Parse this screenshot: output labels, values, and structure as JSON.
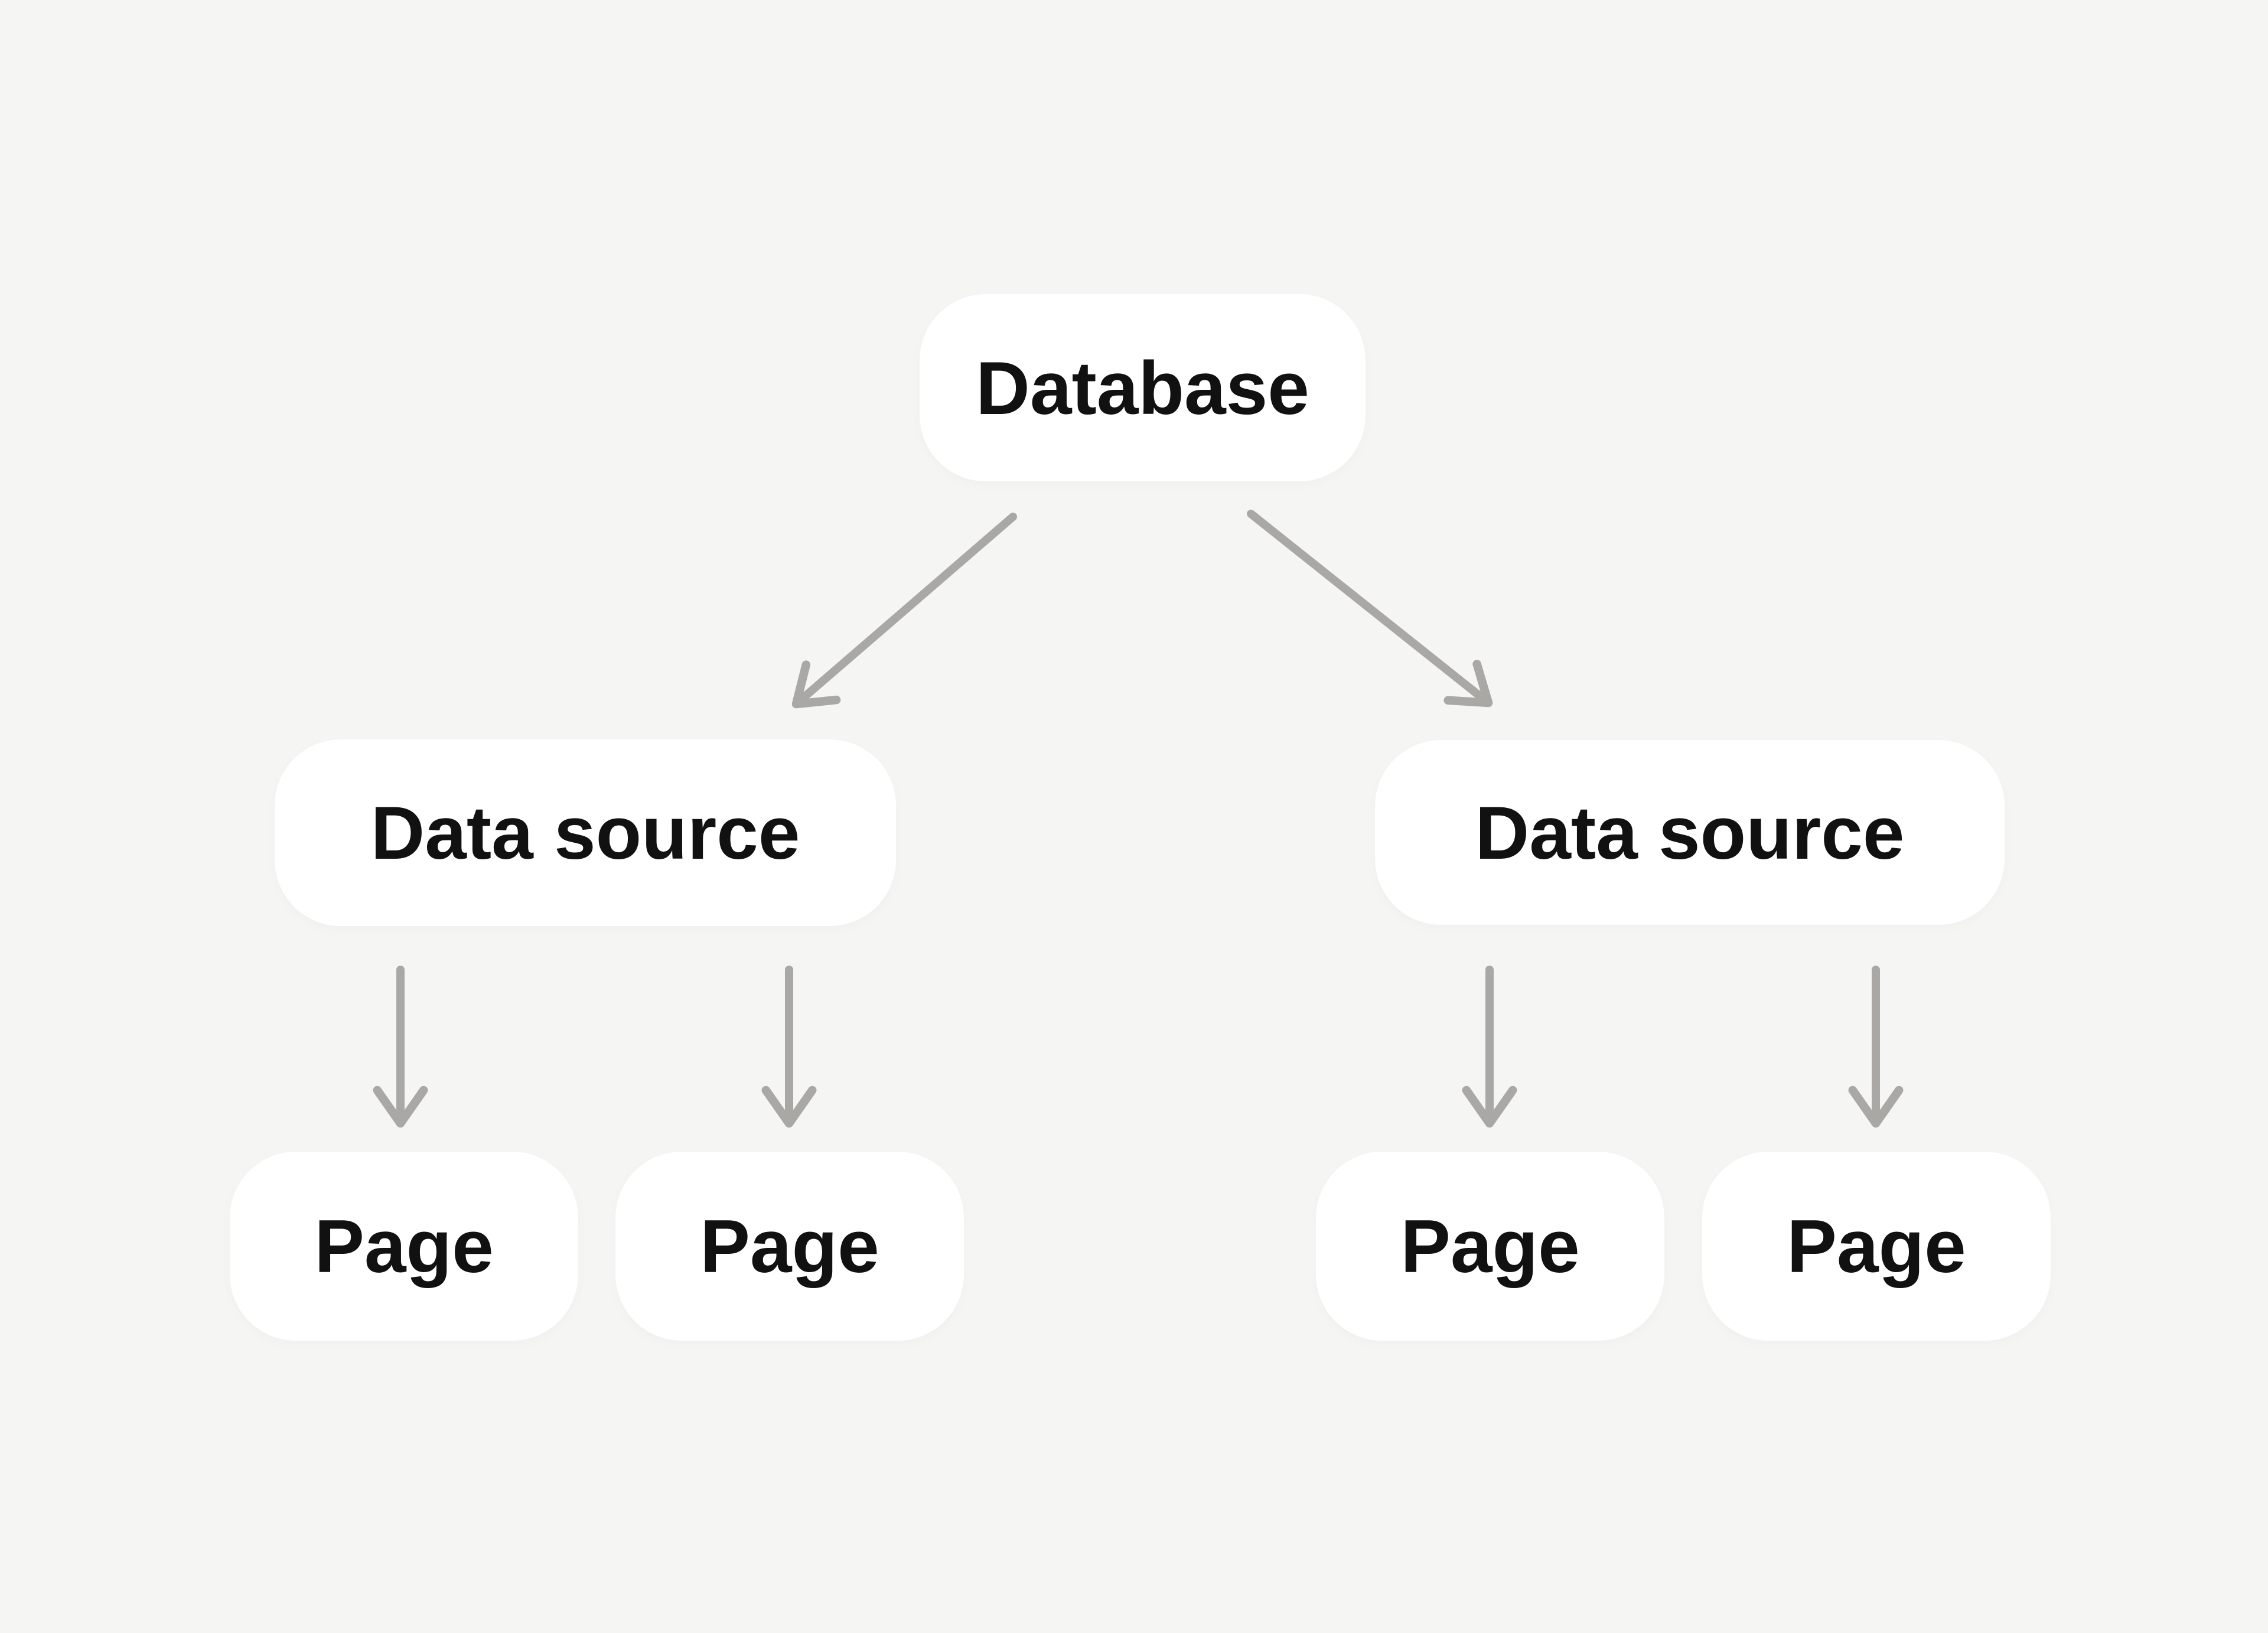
{
  "diagram": {
    "type": "tree",
    "colors": {
      "background": "#F5F5F4",
      "node_fill": "#FFFFFF",
      "text": "#111111",
      "arrow": "#A9A8A5"
    },
    "nodes": {
      "database": {
        "label": "Database"
      },
      "data_source_left": {
        "label": "Data source"
      },
      "data_source_right": {
        "label": "Data source"
      },
      "page_left_1": {
        "label": "Page"
      },
      "page_left_2": {
        "label": "Page"
      },
      "page_right_1": {
        "label": "Page"
      },
      "page_right_2": {
        "label": "Page"
      }
    },
    "edges": [
      {
        "from": "database",
        "to": "data_source_left"
      },
      {
        "from": "database",
        "to": "data_source_right"
      },
      {
        "from": "data_source_left",
        "to": "page_left_1"
      },
      {
        "from": "data_source_left",
        "to": "page_left_2"
      },
      {
        "from": "data_source_right",
        "to": "page_right_1"
      },
      {
        "from": "data_source_right",
        "to": "page_right_2"
      }
    ]
  }
}
